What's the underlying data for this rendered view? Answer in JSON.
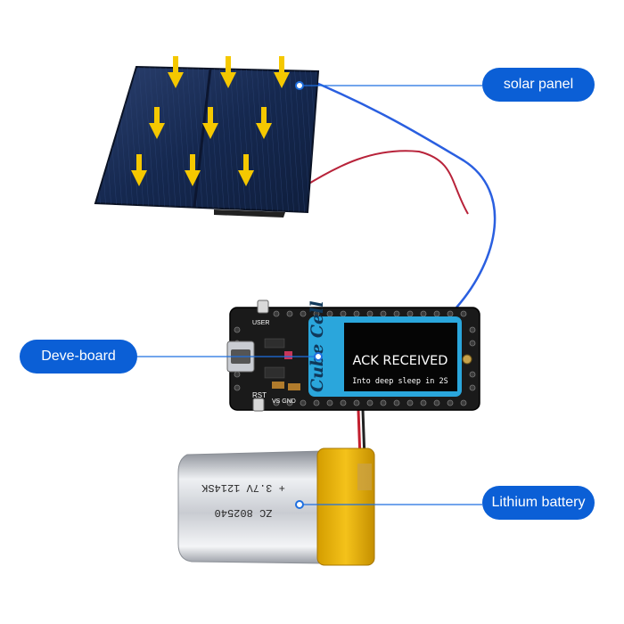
{
  "labels": {
    "solar_panel": "solar panel",
    "deve_board": "Deve-board",
    "lithium_battery": "Lithium battery"
  },
  "board": {
    "brand": "Cube Cell",
    "oled_line1": "ACK RECEIVED",
    "oled_line2": "Into deep sleep in 2S",
    "silk_user": "USER",
    "silk_rst": "RST",
    "silk_vs_gnd": "VS GND"
  },
  "battery": {
    "print_line1": "+ 3.7V 1214SK",
    "print_line2": "ZC 802540"
  },
  "colors": {
    "callout": "#0b5fd6",
    "leader_line": "#1e6fe0",
    "arrow": "#f5c800",
    "panel": "#15284f",
    "pcb": "#1a1a1a",
    "oled_frame": "#2aa6dc",
    "battery_wrap": "#e5b400"
  }
}
